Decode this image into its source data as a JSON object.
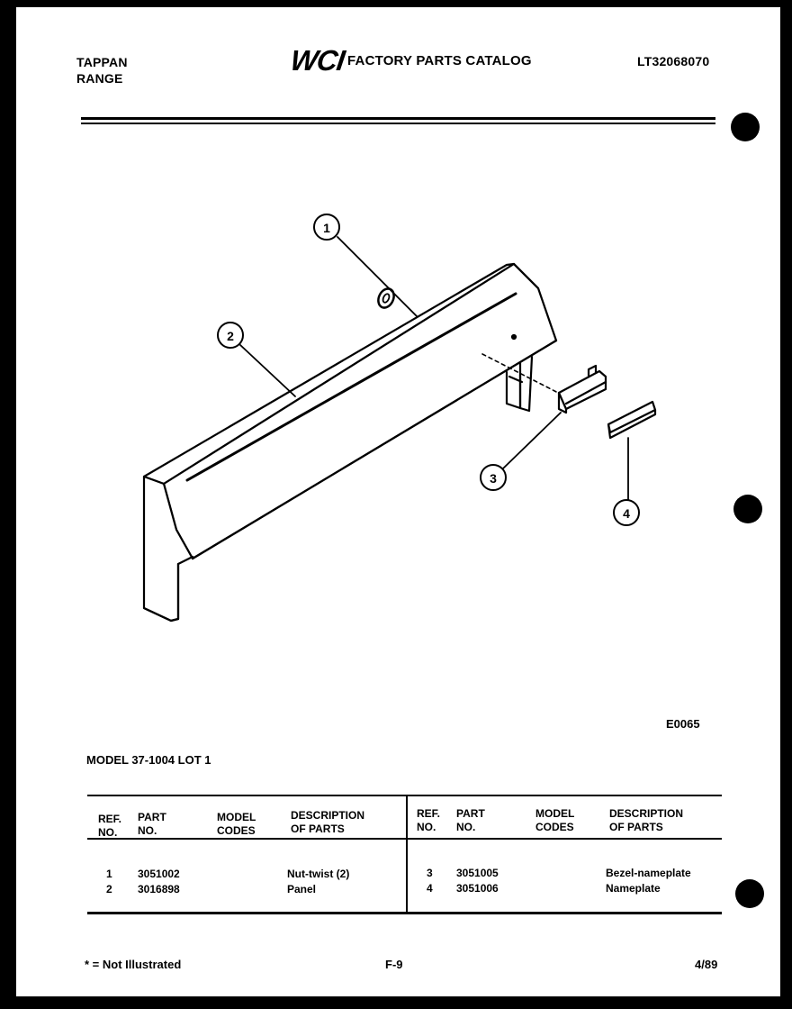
{
  "header": {
    "brand_line1": "TAPPAN",
    "brand_line2": "RANGE",
    "logo_text": "WCI",
    "catalog_title": "FACTORY PARTS CATALOG",
    "catalog_number": "LT32068070"
  },
  "diagram": {
    "callouts": [
      "1",
      "2",
      "3",
      "4"
    ],
    "figure_code": "E0065"
  },
  "model_line": "MODEL 37-1004 LOT 1",
  "table": {
    "headers": {
      "ref_l1": "REF.",
      "ref_l2": "NO.",
      "part_l1": "PART",
      "part_l2": "NO.",
      "model_l1": "MODEL",
      "model_l2": "CODES",
      "desc_l1": "DESCRIPTION",
      "desc_l2": "OF PARTS"
    },
    "left_rows": [
      {
        "ref": "1",
        "part": "3051002",
        "model": "",
        "desc": "Nut-twist (2)"
      },
      {
        "ref": "2",
        "part": "3016898",
        "model": "",
        "desc": "Panel"
      }
    ],
    "right_rows": [
      {
        "ref": "3",
        "part": "3051005",
        "model": "",
        "desc": "Bezel-nameplate"
      },
      {
        "ref": "4",
        "part": "3051006",
        "model": "",
        "desc": "Nameplate"
      }
    ]
  },
  "footer": {
    "note": "* = Not Illustrated",
    "page": "F-9",
    "date": "4/89"
  }
}
